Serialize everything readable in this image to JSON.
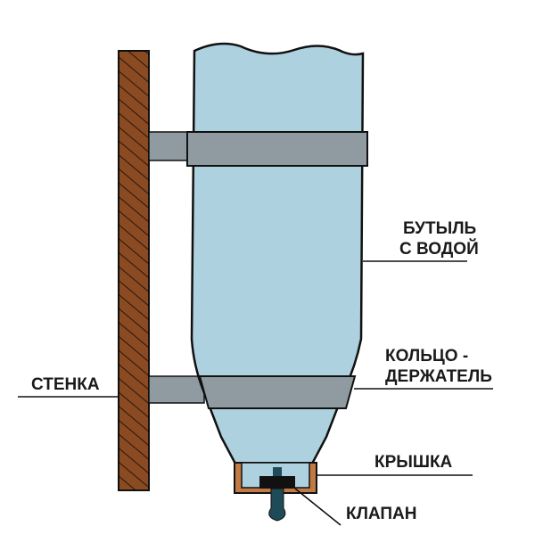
{
  "labels": {
    "bottle_line1": "БУТЫЛЬ",
    "bottle_line2": "С ВОДОЙ",
    "ring_line1": "КОЛЬЦО -",
    "ring_line2": "ДЕРЖАТЕЛЬ",
    "wall": "СТЕНКА",
    "cap": "КРЫШКА",
    "valve": "КЛАПАН"
  },
  "colors": {
    "wall": "#8a4a22",
    "bottle": "#aed1e0",
    "bracket": "#8f9aa1",
    "cap": "#c27a45",
    "valve": "#1f4a57",
    "outline": "#111111"
  }
}
